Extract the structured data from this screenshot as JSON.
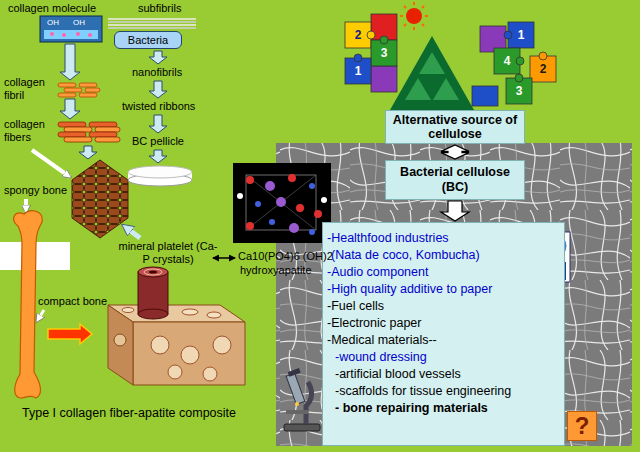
{
  "diagram": {
    "nodes": [
      {
        "text": [
          "Bacteria"
        ]
      },
      {
        "text": [
          "Alternative source of cellulose"
        ]
      },
      {
        "text": [
          "Bacterial cellulose (BC)"
        ]
      },
      {
        "text": [
          "-Healthfood industries",
          "(Nata de coco, Kombucha)",
          "-Audio component",
          "-High quality additive to paper",
          "-Fuel cells",
          "-Electronic paper",
          "-Medical materials--",
          "-wound dressing",
          "-artificial blood vessels",
          "-scaffolds for tissue engineering",
          "- bone repairing materials"
        ]
      },
      {
        "text": [
          "?"
        ]
      }
    ],
    "edges": [
      {
        "from": 1,
        "to": 2,
        "arrow": "both"
      },
      {
        "from": 2,
        "to": 3,
        "arrow": "to"
      }
    ],
    "labels": [
      "collagen molecule",
      "subfibrils",
      "OH",
      "OH",
      "collagen fibril",
      "nanofibrils",
      "twisted ribbons",
      "collagen fibers",
      "BC pellicle",
      "spongy bone",
      "mineral platelet (Ca-P crystals)",
      "Ca10(PO4)6 (OH)2",
      "hydroxyapatite",
      "compact bone",
      "Type I collagen fiber-apatite composite",
      "2",
      "3",
      "1",
      "1",
      "4",
      "2",
      "3"
    ]
  }
}
